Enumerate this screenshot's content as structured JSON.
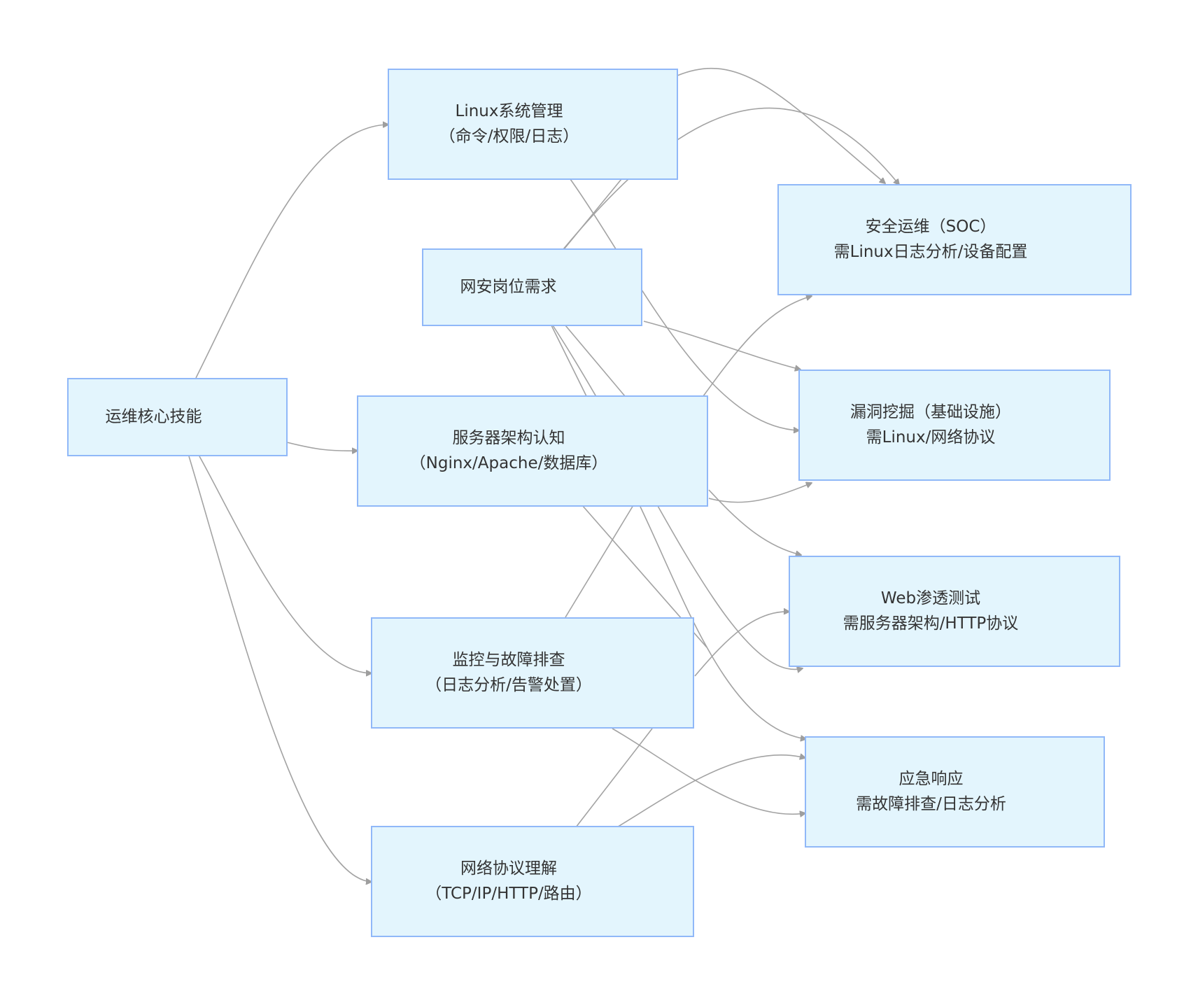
{
  "diagram": {
    "nodes": [
      {
        "id": "skills",
        "lines": [
          "运维核心技能"
        ]
      },
      {
        "id": "linux",
        "lines": [
          "Linux系统管理",
          "（命令/权限/日志）"
        ]
      },
      {
        "id": "jobs",
        "lines": [
          "网安岗位需求"
        ]
      },
      {
        "id": "server",
        "lines": [
          "服务器架构认知",
          "（Nginx/Apache/数据库）"
        ]
      },
      {
        "id": "monitor",
        "lines": [
          "监控与故障排查",
          "（日志分析/告警处置）"
        ]
      },
      {
        "id": "network",
        "lines": [
          "网络协议理解",
          "（TCP/IP/HTTP/路由）"
        ]
      },
      {
        "id": "soc",
        "lines": [
          "安全运维（SOC）",
          "需Linux日志分析/设备配置"
        ]
      },
      {
        "id": "vuln",
        "lines": [
          "漏洞挖掘（基础设施）",
          "需Linux/网络协议"
        ]
      },
      {
        "id": "web",
        "lines": [
          "Web渗透测试",
          "需服务器架构/HTTP协议"
        ]
      },
      {
        "id": "incident",
        "lines": [
          "应急响应",
          "需故障排查/日志分析"
        ]
      }
    ],
    "edges": [
      {
        "from": "skills",
        "to": "linux"
      },
      {
        "from": "skills",
        "to": "server"
      },
      {
        "from": "skills",
        "to": "monitor"
      },
      {
        "from": "skills",
        "to": "network"
      },
      {
        "from": "linux",
        "to": "soc"
      },
      {
        "from": "jobs",
        "to": "soc"
      },
      {
        "from": "linux",
        "to": "vuln"
      },
      {
        "from": "jobs",
        "to": "vuln"
      },
      {
        "from": "server",
        "to": "soc"
      },
      {
        "from": "server",
        "to": "vuln"
      },
      {
        "from": "server",
        "to": "web"
      },
      {
        "from": "server",
        "to": "incident"
      },
      {
        "from": "jobs",
        "to": "web"
      },
      {
        "from": "monitor",
        "to": "web"
      },
      {
        "from": "monitor",
        "to": "incident"
      },
      {
        "from": "network",
        "to": "incident"
      }
    ]
  }
}
